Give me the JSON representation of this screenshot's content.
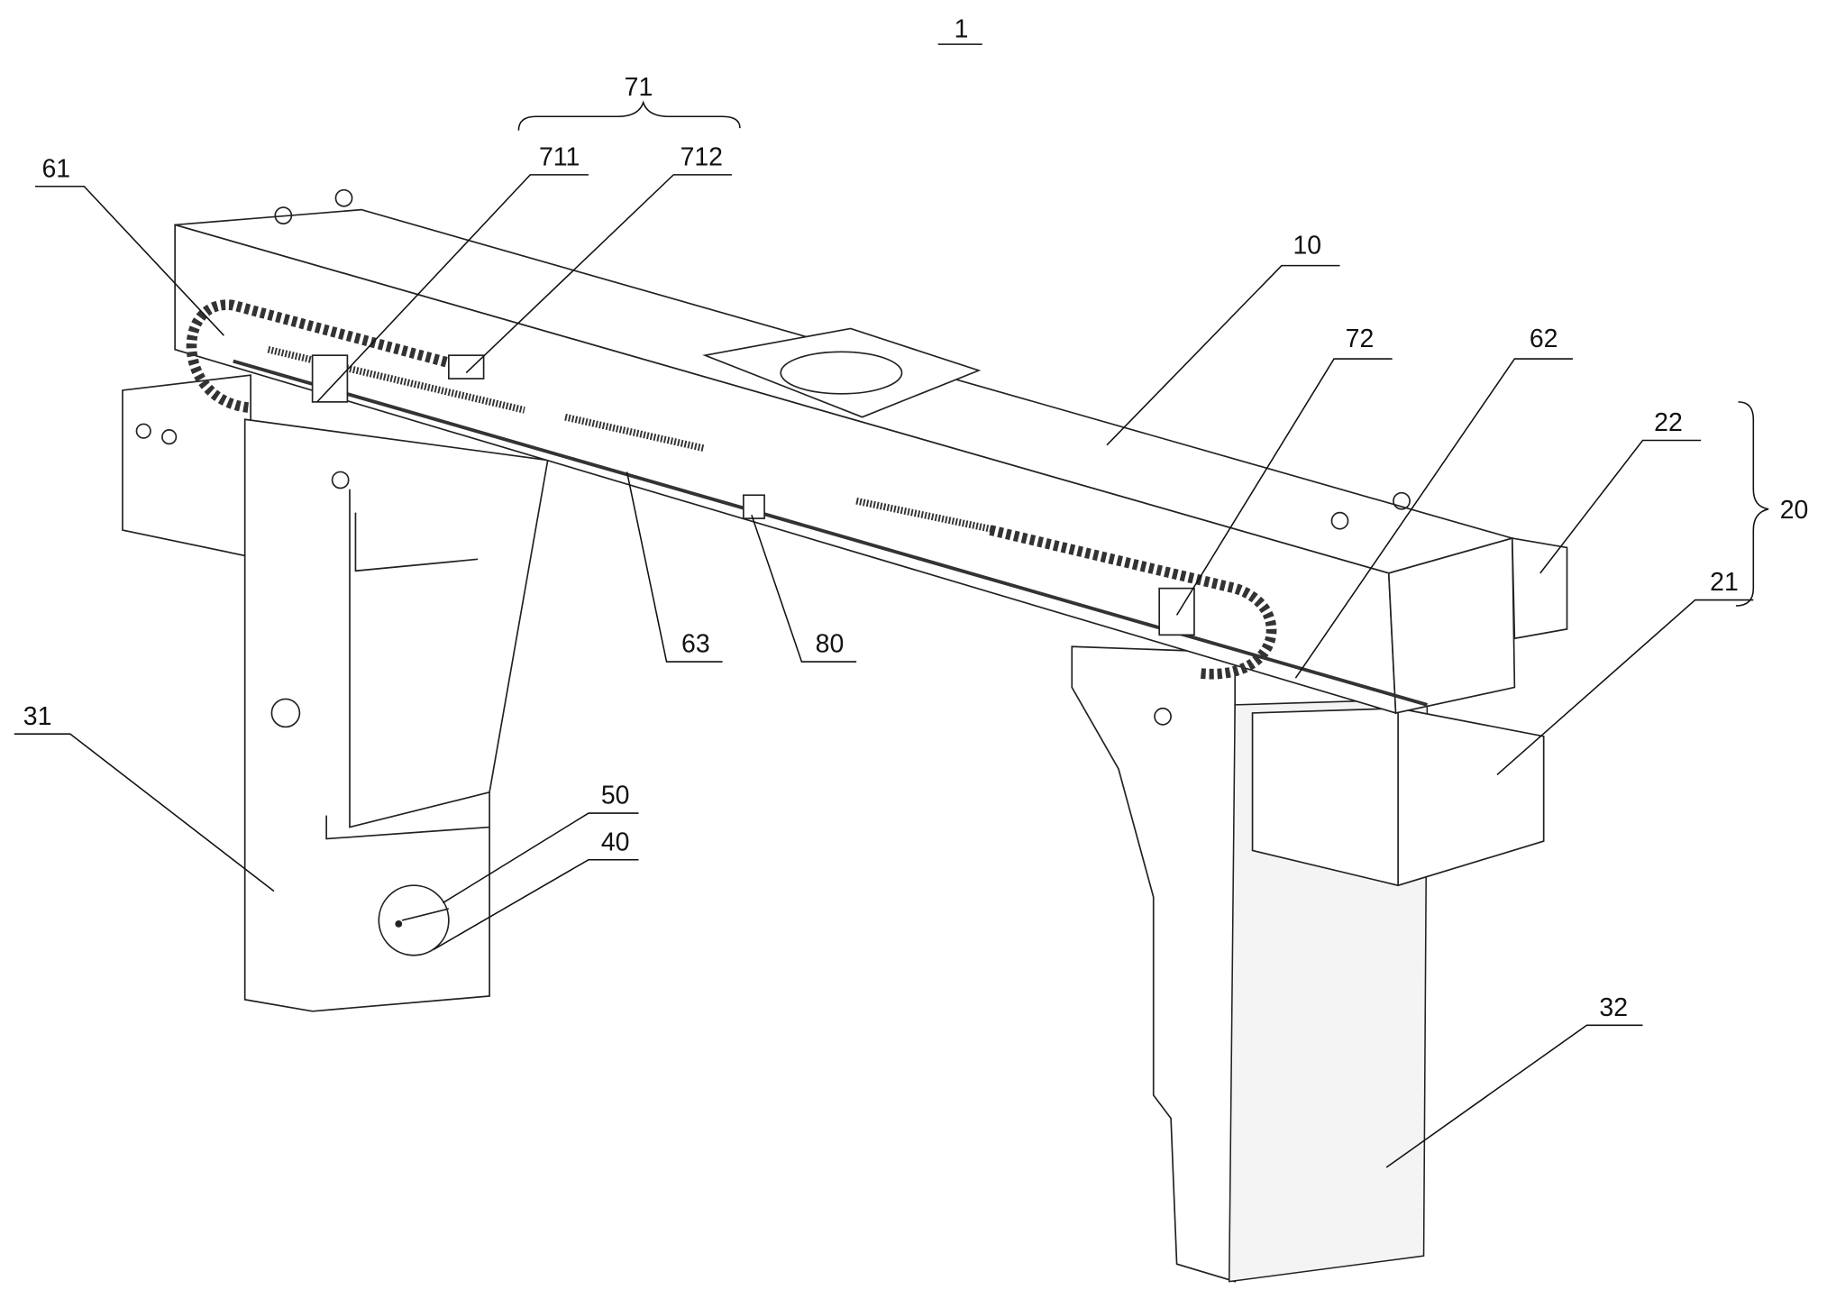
{
  "figure": {
    "title_ref": "1",
    "labels": {
      "l71": "71",
      "l711": "711",
      "l712": "712",
      "l61": "61",
      "l10": "10",
      "l72": "72",
      "l62": "62",
      "l22": "22",
      "l20": "20",
      "l21": "21",
      "l63": "63",
      "l80": "80",
      "l31": "31",
      "l50": "50",
      "l40": "40",
      "l32": "32"
    }
  }
}
